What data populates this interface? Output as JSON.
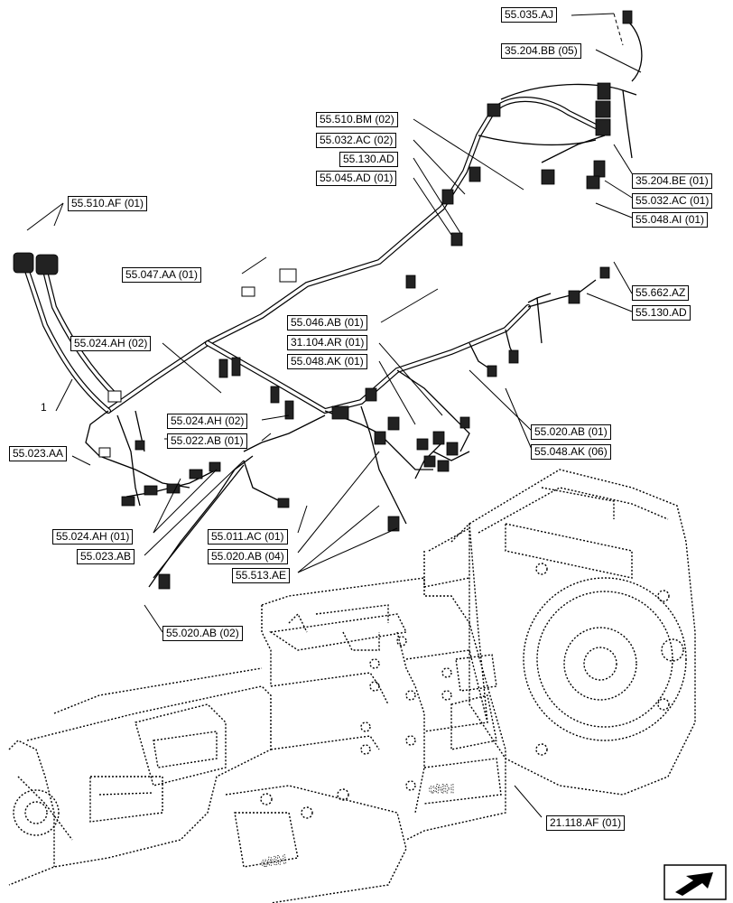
{
  "callouts": {
    "c55035aj": "55.035.AJ",
    "c35204bb05": "35.204.BB (05)",
    "c55510bm02": "55.510.BM (02)",
    "c55032ac02": "55.032.AC (02)",
    "c55130ad_a": "55.130.AD",
    "c55045ad01": "55.045.AD (01)",
    "c35204be01": "35.204.BE (01)",
    "c55032ac01": "55.032.AC (01)",
    "c55048ai01": "55.048.AI (01)",
    "c55510af01": "55.510.AF (01)",
    "c55047aa01": "55.047.AA (01)",
    "c55662az": "55.662.AZ",
    "c55130ad_b": "55.130.AD",
    "c55046ab01": "55.046.AB (01)",
    "c55024ah02_a": "55.024.AH (02)",
    "c31104ar01": "31.104.AR (01)",
    "c55048ak01": "55.048.AK (01)",
    "c55024ah02_b": "55.024.AH (02)",
    "c55022ab01": "55.022.AB (01)",
    "c55023aa": "55.023.AA",
    "c55020ab01": "55.020.AB (01)",
    "c55048ak06": "55.048.AK (06)",
    "c55024ah01": "55.024.AH (01)",
    "c55011ac01": "55.011.AC (01)",
    "c55023ab": "55.023.AB",
    "c55020ab04": "55.020.AB (04)",
    "c55513ae": "55.513.AE",
    "c55020ab02": "55.020.AB (02)",
    "c21118af01": "21.118.AF (01)"
  },
  "item_number": "1",
  "casting_logo": "cNH"
}
